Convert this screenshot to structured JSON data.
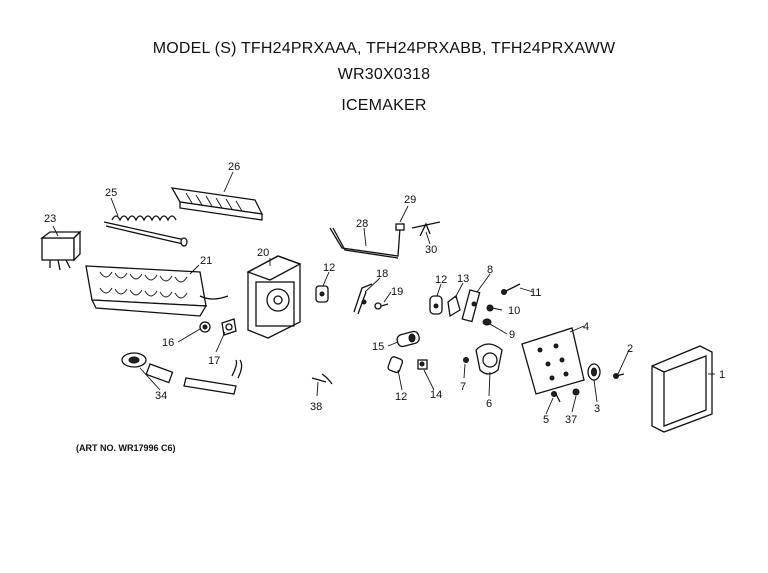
{
  "header": {
    "model_line": "MODEL (S) TFH24PRXAAA, TFH24PRXABB, TFH24PRXAWW",
    "part_number": "WR30X0318",
    "section": "ICEMAKER"
  },
  "footer": {
    "art_number": "(ART NO. WR17996 C6)"
  },
  "parts": [
    {
      "number": "1"
    },
    {
      "number": "2"
    },
    {
      "number": "3"
    },
    {
      "number": "4"
    },
    {
      "number": "5"
    },
    {
      "number": "6"
    },
    {
      "number": "7"
    },
    {
      "number": "8"
    },
    {
      "number": "9"
    },
    {
      "number": "10"
    },
    {
      "number": "11"
    },
    {
      "number": "12"
    },
    {
      "number": "12"
    },
    {
      "number": "12"
    },
    {
      "number": "13"
    },
    {
      "number": "14"
    },
    {
      "number": "15"
    },
    {
      "number": "16"
    },
    {
      "number": "17"
    },
    {
      "number": "18"
    },
    {
      "number": "19"
    },
    {
      "number": "20"
    },
    {
      "number": "21"
    },
    {
      "number": "23"
    },
    {
      "number": "25"
    },
    {
      "number": "26"
    },
    {
      "number": "28"
    },
    {
      "number": "29"
    },
    {
      "number": "30"
    },
    {
      "number": "34"
    },
    {
      "number": "37"
    },
    {
      "number": "38"
    }
  ]
}
